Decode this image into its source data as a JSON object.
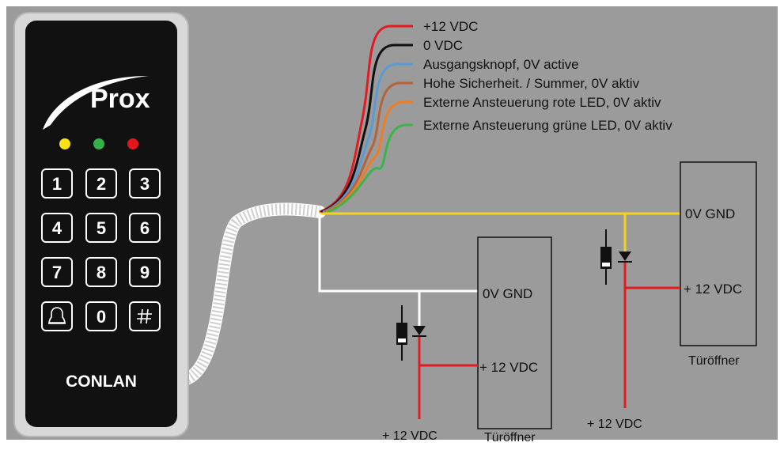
{
  "colors": {
    "background": "#9b9b9c",
    "red": "#e21b22",
    "black": "#111111",
    "blue": "#5b9bd5",
    "brown": "#b4643a",
    "orange": "#ef7d22",
    "green": "#3cb44a",
    "yellow": "#f4d31c",
    "white": "#ffffff",
    "led_yellow": "#f6e11a",
    "led_green": "#34b249",
    "led_red": "#e3161c"
  },
  "keypad": {
    "logo": "Prox",
    "brand": "CONLAN",
    "keys": [
      "1",
      "2",
      "3",
      "4",
      "5",
      "6",
      "7",
      "8",
      "9",
      "bell",
      "0",
      "#"
    ],
    "key_icons": {
      "bell": "bell-icon",
      "#": "hash-icon"
    }
  },
  "wires": [
    {
      "label": "+12 VDC",
      "color": "#e21b22"
    },
    {
      "label": "0 VDC",
      "color": "#111111"
    },
    {
      "label": "Ausgangsknopf, 0V active",
      "color": "#5b9bd5"
    },
    {
      "label": "Hohe Sicherheit. / Summer, 0V aktiv",
      "color": "#b4643a"
    },
    {
      "label": "Externe Ansteuerung rote LED, 0V aktiv",
      "color": "#ef7d22"
    },
    {
      "label": "Externe Ansteuerung grüne LED, 0V aktiv",
      "color": "#3cb44a"
    }
  ],
  "openers": [
    {
      "gnd_label": "0V GND",
      "vdc_label": "+ 12 VDC",
      "title": "Türöffner",
      "supply_label": "+ 12 VDC"
    },
    {
      "gnd_label": "0V GND",
      "vdc_label": "+ 12 VDC",
      "title": "Türöffner",
      "supply_label": "+ 12 VDC"
    }
  ]
}
